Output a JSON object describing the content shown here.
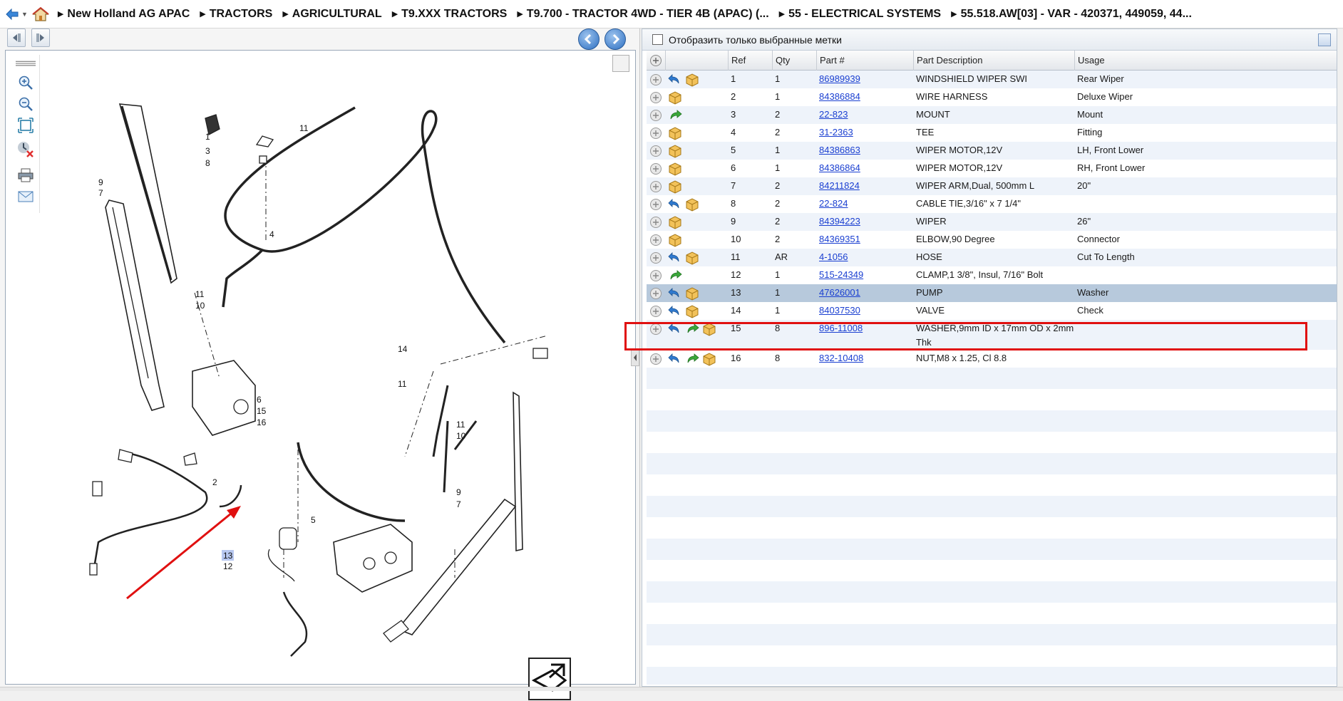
{
  "breadcrumb": [
    {
      "label": "New Holland AG APAC"
    },
    {
      "label": "TRACTORS"
    },
    {
      "label": "AGRICULTURAL"
    },
    {
      "label": "T9.XXX TRACTORS"
    },
    {
      "label": "T9.700 - TRACTOR 4WD - TIER 4B (APAC) (..."
    },
    {
      "label": "55 - ELECTRICAL SYSTEMS"
    },
    {
      "label": "55.518.AW[03] - VAR - 420371, 449059, 44..."
    }
  ],
  "filter": {
    "label": "Отобразить только выбранные метки",
    "checked": false
  },
  "columns": {
    "ref": "Ref",
    "qty": "Qty",
    "part": "Part #",
    "desc": "Part Description",
    "usage": "Usage"
  },
  "rows": [
    {
      "ref": "1",
      "qty": "1",
      "part": "86989939",
      "desc": "WINDSHIELD WIPER SWI",
      "usage": "Rear Wiper",
      "icons": [
        "return",
        "box"
      ]
    },
    {
      "ref": "2",
      "qty": "1",
      "part": "84386884",
      "desc": "WIRE HARNESS",
      "usage": "Deluxe Wiper",
      "icons": [
        "box"
      ]
    },
    {
      "ref": "3",
      "qty": "2",
      "part": "22-823",
      "desc": "MOUNT",
      "usage": "Mount",
      "icons": [
        "forward"
      ]
    },
    {
      "ref": "4",
      "qty": "2",
      "part": "31-2363",
      "desc": "TEE",
      "usage": "Fitting",
      "icons": [
        "box"
      ]
    },
    {
      "ref": "5",
      "qty": "1",
      "part": "84386863",
      "desc": "WIPER MOTOR,12V",
      "usage": "LH, Front Lower",
      "icons": [
        "box"
      ]
    },
    {
      "ref": "6",
      "qty": "1",
      "part": "84386864",
      "desc": "WIPER MOTOR,12V",
      "usage": "RH, Front Lower",
      "icons": [
        "box"
      ]
    },
    {
      "ref": "7",
      "qty": "2",
      "part": "84211824",
      "desc": "WIPER ARM,Dual, 500mm L",
      "usage": "20\"",
      "icons": [
        "box"
      ]
    },
    {
      "ref": "8",
      "qty": "2",
      "part": "22-824",
      "desc": "CABLE TIE,3/16\" x 7 1/4\"",
      "usage": "",
      "icons": [
        "return",
        "box"
      ]
    },
    {
      "ref": "9",
      "qty": "2",
      "part": "84394223",
      "desc": "WIPER",
      "usage": "26\"",
      "icons": [
        "box"
      ]
    },
    {
      "ref": "10",
      "qty": "2",
      "part": "84369351",
      "desc": "ELBOW,90 Degree",
      "usage": "Connector",
      "icons": [
        "box"
      ]
    },
    {
      "ref": "11",
      "qty": "AR",
      "part": "4-1056",
      "desc": "HOSE",
      "usage": "Cut To Length",
      "icons": [
        "return",
        "box"
      ]
    },
    {
      "ref": "12",
      "qty": "1",
      "part": "515-24349",
      "desc": "CLAMP,1 3/8\", Insul, 7/16\" Bolt",
      "usage": "",
      "icons": [
        "forward"
      ]
    },
    {
      "ref": "13",
      "qty": "1",
      "part": "47626001",
      "desc": "PUMP",
      "usage": "Washer",
      "icons": [
        "return",
        "box"
      ],
      "selected": true
    },
    {
      "ref": "14",
      "qty": "1",
      "part": "84037530",
      "desc": "VALVE",
      "usage": "Check",
      "icons": [
        "return",
        "box"
      ]
    },
    {
      "ref": "15",
      "qty": "8",
      "part": "896-11008",
      "desc": "WASHER,9mm ID x 17mm OD x 2mm",
      "desc2": "Thk",
      "usage": "",
      "icons": [
        "return",
        "forward",
        "box"
      ]
    },
    {
      "ref": "16",
      "qty": "8",
      "part": "832-10408",
      "desc": "NUT,M8 x 1.25, Cl 8.8",
      "usage": "",
      "icons": [
        "return",
        "forward",
        "box"
      ]
    }
  ],
  "diagram_labels": [
    "1",
    "3",
    "8",
    "9",
    "7",
    "11",
    "4",
    "11",
    "10",
    "6",
    "15",
    "16",
    "2",
    "13",
    "12",
    "14",
    "11",
    "11",
    "10",
    "5",
    "9",
    "7"
  ],
  "colors": {
    "link": "#1a3fd1",
    "selected_row": "#b7c9dc",
    "alt_row": "#eef3fa",
    "annotation": "#e01010"
  }
}
